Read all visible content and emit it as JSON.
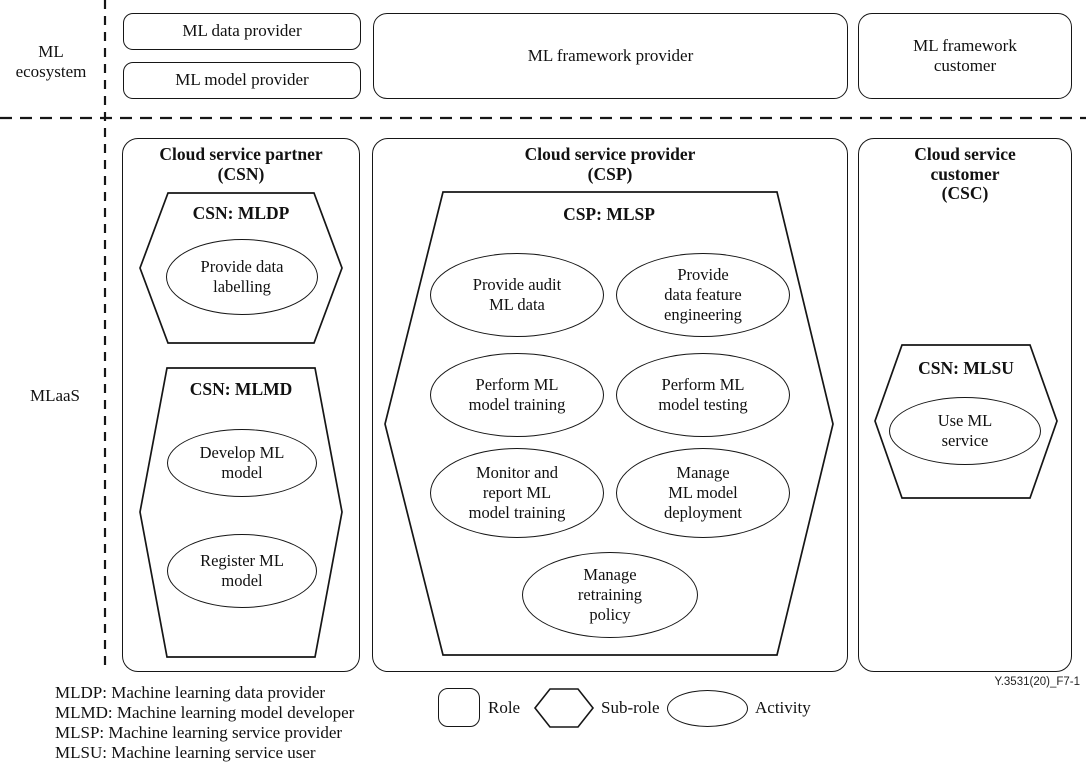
{
  "diagram": {
    "stroke_color": "#161616",
    "background_color": "#ffffff"
  },
  "section_labels": {
    "ecosystem": "ML\necosystem",
    "mlaas": "MLaaS"
  },
  "ecosystem_roles": {
    "data_provider": "ML data provider",
    "model_provider": "ML model provider",
    "framework_provider": "ML framework provider",
    "framework_customer": "ML framework\ncustomer"
  },
  "csn": {
    "title": "Cloud service partner\n(CSN)",
    "mldp": {
      "title": "CSN: MLDP",
      "activity_labelling": "Provide data\nlabelling"
    },
    "mlmd": {
      "title": "CSN: MLMD",
      "activity_develop": "Develop ML\nmodel",
      "activity_register": "Register ML\nmodel"
    }
  },
  "csp": {
    "title": "Cloud service provider\n(CSP)",
    "mlsp": {
      "title": "CSP: MLSP",
      "activities": {
        "audit": "Provide audit\nML data",
        "feature_engineering": "Provide\ndata feature\nengineering",
        "model_training": "Perform ML\nmodel training",
        "model_testing": "Perform ML\nmodel testing",
        "monitor_report": "Monitor and\nreport ML\nmodel training",
        "deployment": "Manage\nML model\ndeployment",
        "retraining_policy": "Manage\nretraining\npolicy"
      }
    }
  },
  "csc": {
    "title": "Cloud service\ncustomer\n(CSC)",
    "mlsu": {
      "title": "CSN: MLSU",
      "activity_use": "Use ML\nservice"
    }
  },
  "legend": {
    "role": "Role",
    "sub_role": "Sub-role",
    "activity": "Activity"
  },
  "footnotes": [
    "MLDP: Machine learning data provider",
    "MLMD: Machine learning model developer",
    "MLSP: Machine learning service provider",
    "MLSU: Machine learning service user"
  ],
  "figure_id": "Y.3531(20)_F7-1"
}
